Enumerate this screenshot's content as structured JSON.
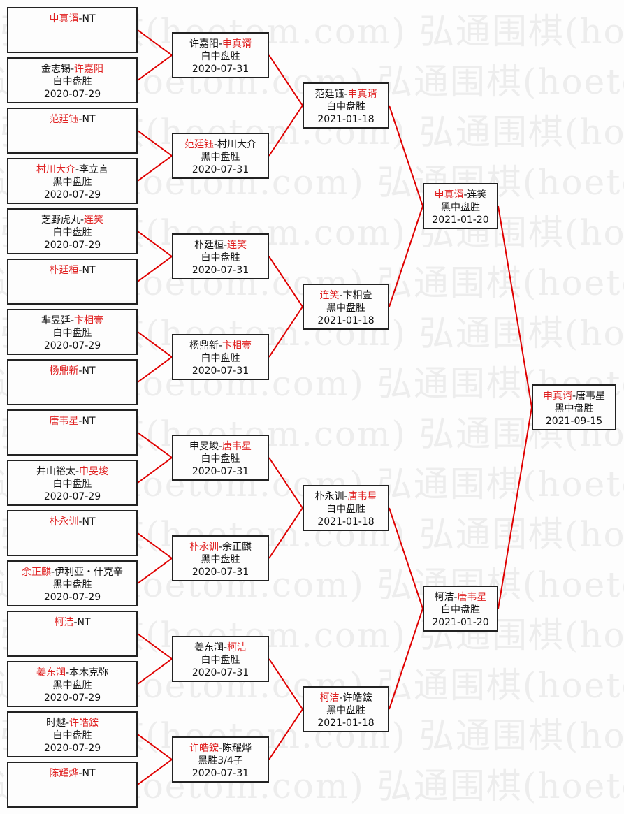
{
  "watermark": "弘通围棋(hoetom.com)",
  "colors": {
    "winner": "#e02020",
    "line": "#e00000",
    "border": "#222222"
  },
  "rounds": [
    [
      {
        "players": [
          "申真谞",
          "NT"
        ],
        "winner": 0
      },
      {
        "players": [
          "金志锡",
          "许嘉阳"
        ],
        "winner": 1,
        "result": "白中盘胜",
        "date": "2020-07-29"
      },
      {
        "players": [
          "范廷钰",
          "NT"
        ],
        "winner": 0
      },
      {
        "players": [
          "村川大介",
          "李立言"
        ],
        "winner": 0,
        "result": "黑中盘胜",
        "date": "2020-07-29"
      },
      {
        "players": [
          "芝野虎丸",
          "连笑"
        ],
        "winner": 1,
        "result": "白中盘胜",
        "date": "2020-07-29"
      },
      {
        "players": [
          "朴廷桓",
          "NT"
        ],
        "winner": 0
      },
      {
        "players": [
          "芈昱廷",
          "卞相壹"
        ],
        "winner": 1,
        "result": "白中盘胜",
        "date": "2020-07-29"
      },
      {
        "players": [
          "杨鼎新",
          "NT"
        ],
        "winner": 0
      },
      {
        "players": [
          "唐韦星",
          "NT"
        ],
        "winner": 0
      },
      {
        "players": [
          "井山裕太",
          "申旻埈"
        ],
        "winner": 1,
        "result": "白中盘胜",
        "date": "2020-07-29"
      },
      {
        "players": [
          "朴永训",
          "NT"
        ],
        "winner": 0
      },
      {
        "players": [
          "余正麒",
          "伊利亚・什克辛"
        ],
        "winner": 0,
        "result": "黑中盘胜",
        "date": "2020-07-29"
      },
      {
        "players": [
          "柯洁",
          "NT"
        ],
        "winner": 0
      },
      {
        "players": [
          "姜东润",
          "本木克弥"
        ],
        "winner": 0,
        "result": "黑中盘胜",
        "date": "2020-07-29"
      },
      {
        "players": [
          "时越",
          "许皓鋐"
        ],
        "winner": 1,
        "result": "白中盘胜",
        "date": "2020-07-29"
      },
      {
        "players": [
          "陈耀烨",
          "NT"
        ],
        "winner": 0
      }
    ],
    [
      {
        "players": [
          "许嘉阳",
          "申真谞"
        ],
        "winner": 1,
        "result": "白中盘胜",
        "date": "2020-07-31"
      },
      {
        "players": [
          "范廷钰",
          "村川大介"
        ],
        "winner": 0,
        "result": "黑中盘胜",
        "date": "2020-07-31"
      },
      {
        "players": [
          "朴廷桓",
          "连笑"
        ],
        "winner": 1,
        "result": "白中盘胜",
        "date": "2020-07-31"
      },
      {
        "players": [
          "杨鼎新",
          "卞相壹"
        ],
        "winner": 1,
        "result": "白中盘胜",
        "date": "2020-07-31"
      },
      {
        "players": [
          "申旻埈",
          "唐韦星"
        ],
        "winner": 1,
        "result": "白中盘胜",
        "date": "2020-07-31"
      },
      {
        "players": [
          "朴永训",
          "余正麒"
        ],
        "winner": 0,
        "result": "黑中盘胜",
        "date": "2020-07-31"
      },
      {
        "players": [
          "姜东润",
          "柯洁"
        ],
        "winner": 1,
        "result": "白中盘胜",
        "date": "2020-07-31"
      },
      {
        "players": [
          "许皓鋐",
          "陈耀烨"
        ],
        "winner": 0,
        "result": "黑胜3/4子",
        "date": "2020-07-31"
      }
    ],
    [
      {
        "players": [
          "范廷钰",
          "申真谞"
        ],
        "winner": 1,
        "result": "白中盘胜",
        "date": "2021-01-18"
      },
      {
        "players": [
          "连笑",
          "卞相壹"
        ],
        "winner": 0,
        "result": "黑中盘胜",
        "date": "2021-01-18"
      },
      {
        "players": [
          "朴永训",
          "唐韦星"
        ],
        "winner": 1,
        "result": "白中盘胜",
        "date": "2021-01-18"
      },
      {
        "players": [
          "柯洁",
          "许皓鋐"
        ],
        "winner": 0,
        "result": "黑中盘胜",
        "date": "2021-01-18"
      }
    ],
    [
      {
        "players": [
          "申真谞",
          "连笑"
        ],
        "winner": 0,
        "result": "黑中盘胜",
        "date": "2021-01-20"
      },
      {
        "players": [
          "柯洁",
          "唐韦星"
        ],
        "winner": 1,
        "result": "白中盘胜",
        "date": "2021-01-20"
      }
    ],
    [
      {
        "players": [
          "申真谞",
          "唐韦星"
        ],
        "winner": 0,
        "result": "黑中盘胜",
        "date": "2021-09-15"
      }
    ]
  ]
}
